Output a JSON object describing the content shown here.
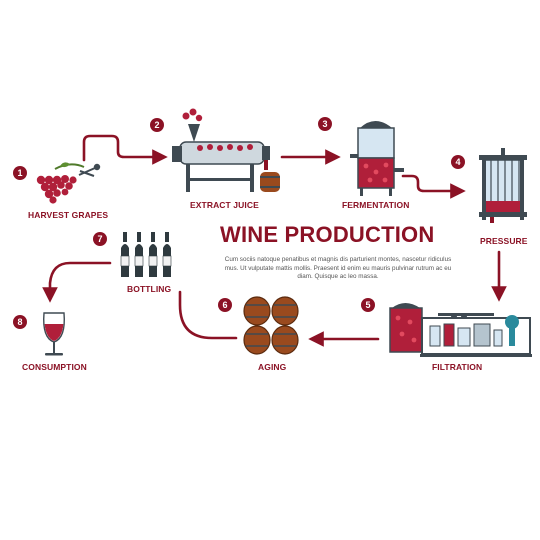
{
  "title": "WINE PRODUCTION",
  "description": "Cum sociis natoque penatibus et magnis dis parturient montes, nascetur ridiculus mus. Ut vulputate mattis mollis. Praesent id enim eu mauris pulvinar rutrum ac eu diam. Quisque ac leo massa.",
  "steps": [
    {
      "number": "1",
      "label": "HARVEST GRAPES"
    },
    {
      "number": "2",
      "label": "EXTRACT JUICE"
    },
    {
      "number": "3",
      "label": "FERMENTATION"
    },
    {
      "number": "4",
      "label": "PRESSURE"
    },
    {
      "number": "5",
      "label": "FILTRATION"
    },
    {
      "number": "6",
      "label": "AGING"
    },
    {
      "number": "7",
      "label": "BOTTLING"
    },
    {
      "number": "8",
      "label": "CONSUMPTION"
    }
  ],
  "colors": {
    "accent": "#8b1225",
    "grape": "#b01f3a",
    "steel": "#3f4a52",
    "wood": "#9a4a1e",
    "glass": "#d6e6f2"
  },
  "icons": [
    "grapes-icon",
    "crusher-icon",
    "fermentation-tank-icon",
    "wine-press-icon",
    "filtration-machine-icon",
    "barrels-icon",
    "bottles-icon",
    "wine-glass-icon"
  ]
}
